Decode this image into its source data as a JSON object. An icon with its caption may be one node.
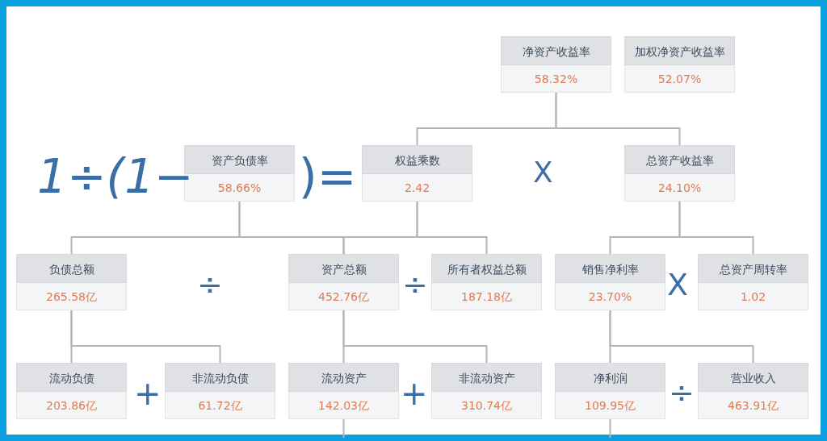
{
  "diagram": {
    "nodes": [
      {
        "text": [
          "净资产收益率",
          "58.32%"
        ]
      },
      {
        "text": [
          "加权净资产收益率",
          "52.07%"
        ]
      },
      {
        "text": [
          "资产负债率",
          "58.66%"
        ]
      },
      {
        "text": [
          "权益乘数",
          "2.42"
        ]
      },
      {
        "text": [
          "总资产收益率",
          "24.10%"
        ]
      },
      {
        "text": [
          "负债总额",
          "265.58亿"
        ]
      },
      {
        "text": [
          "资产总额",
          "452.76亿"
        ]
      },
      {
        "text": [
          "所有者权益总额",
          "187.18亿"
        ]
      },
      {
        "text": [
          "销售净利率",
          "23.70%"
        ]
      },
      {
        "text": [
          "总资产周转率",
          "1.02"
        ]
      },
      {
        "text": [
          "流动负债",
          "203.86亿"
        ]
      },
      {
        "text": [
          "非流动负债",
          "61.72亿"
        ]
      },
      {
        "text": [
          "流动资产",
          "142.03亿"
        ]
      },
      {
        "text": [
          "非流动资产",
          "310.74亿"
        ]
      },
      {
        "text": [
          "净利润",
          "109.95亿"
        ]
      },
      {
        "text": [
          "营业收入",
          "463.91亿"
        ]
      }
    ],
    "edges": [
      {
        "from": 0,
        "to": 3,
        "arrow": "none"
      },
      {
        "from": 0,
        "to": 4,
        "arrow": "none"
      },
      {
        "from": 2,
        "to": 5,
        "arrow": "none"
      },
      {
        "from": 2,
        "to": 6,
        "arrow": "none"
      },
      {
        "from": 3,
        "to": 6,
        "arrow": "none"
      },
      {
        "from": 3,
        "to": 7,
        "arrow": "none"
      },
      {
        "from": 4,
        "to": 8,
        "arrow": "none"
      },
      {
        "from": 4,
        "to": 9,
        "arrow": "none"
      },
      {
        "from": 5,
        "to": 10,
        "arrow": "none"
      },
      {
        "from": 5,
        "to": 11,
        "arrow": "none"
      },
      {
        "from": 6,
        "to": 12,
        "arrow": "none"
      },
      {
        "from": 6,
        "to": 13,
        "arrow": "none"
      },
      {
        "from": 8,
        "to": 14,
        "arrow": "none"
      },
      {
        "from": 8,
        "to": 15,
        "arrow": "none"
      },
      {
        "from": 12,
        "to": null,
        "arrow": "none"
      },
      {
        "from": 14,
        "to": null,
        "arrow": "none"
      }
    ],
    "labels": [
      "1÷(1−",
      ")=",
      "X",
      "÷",
      "÷",
      "X",
      "+",
      "+",
      "÷"
    ]
  }
}
